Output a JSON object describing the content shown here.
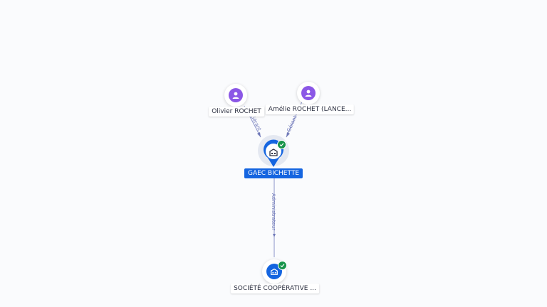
{
  "nodes": {
    "person1": {
      "label": "Olivier ROCHET",
      "icon": "person-icon"
    },
    "person2": {
      "label": "Amélie ROCHET (LANCE...",
      "icon": "person-icon"
    },
    "focus_company": {
      "label": "GAEC BICHETTE",
      "icon": "building-icon",
      "verified": true
    },
    "company2": {
      "label": "SOCIÉTÉ COOPÉRATIVE ...",
      "icon": "building-icon",
      "verified": true
    }
  },
  "edges": {
    "e1": {
      "label": "Gérant"
    },
    "e2": {
      "label": "Gérant"
    },
    "e3": {
      "label": "Administrateur"
    }
  },
  "colors": {
    "person": "#8b57e6",
    "company": "#1565e0",
    "verified": "#17944a",
    "edge": "#8a93c9"
  }
}
